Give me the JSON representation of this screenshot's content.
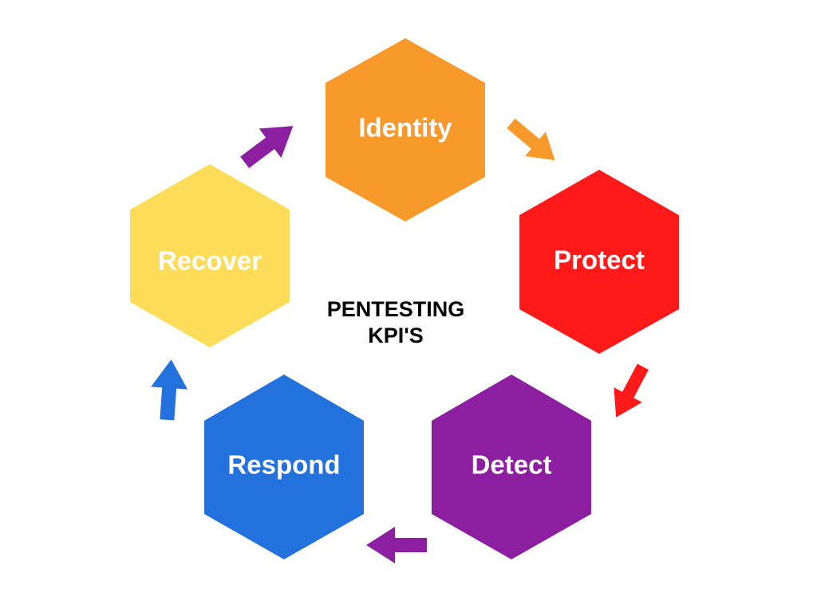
{
  "diagram": {
    "title_lines": [
      "PENTESTING",
      "KPI'S"
    ],
    "nodes": [
      {
        "id": "identity",
        "label": "Identity",
        "color": "#F7992B"
      },
      {
        "id": "protect",
        "label": "Protect",
        "color": "#FF1A1A"
      },
      {
        "id": "detect",
        "label": "Detect",
        "color": "#8B1FA0"
      },
      {
        "id": "respond",
        "label": "Respond",
        "color": "#2371DC"
      },
      {
        "id": "recover",
        "label": "Recover",
        "color": "#FDDC5A"
      }
    ],
    "arrows": [
      {
        "id": "identity-to-protect",
        "from": "Identity",
        "to": "Protect",
        "color": "#F7992B"
      },
      {
        "id": "protect-to-detect",
        "from": "Protect",
        "to": "Detect",
        "color": "#FF1A1A"
      },
      {
        "id": "detect-to-respond",
        "from": "Detect",
        "to": "Respond",
        "color": "#8B1FA0"
      },
      {
        "id": "respond-to-recover",
        "from": "Respond",
        "to": "Recover",
        "color": "#2371DC"
      },
      {
        "id": "recover-to-identity",
        "from": "Recover",
        "to": "Identity",
        "color": "#8B1FA0"
      }
    ]
  }
}
